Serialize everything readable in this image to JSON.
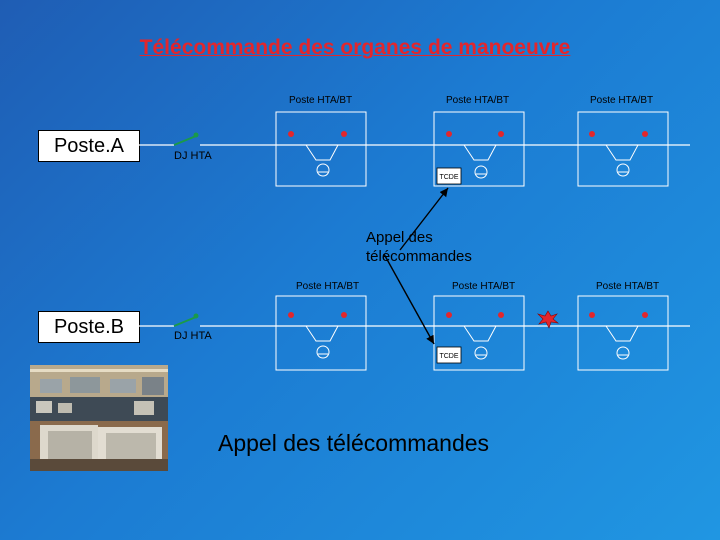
{
  "title": "Télécommande des organes de manoeuvre",
  "poste_a": {
    "name": "Poste.A",
    "switch_label": "DJ HTA",
    "substations": [
      "Poste HTA/BT",
      "Poste HTA/BT",
      "Poste HTA/BT"
    ],
    "tcde_label": "TCDE"
  },
  "poste_b": {
    "name": "Poste.B",
    "switch_label": "DJ HTA",
    "substations": [
      "Poste HTA/BT",
      "Poste HTA/BT",
      "Poste HTA/BT"
    ],
    "tcde_label": "TCDE"
  },
  "annotation_small": [
    "Appel des",
    "télécommandes"
  ],
  "annotation_large": "Appel des télécommandes",
  "colors": {
    "title": "#e3262c",
    "line": "#ffffff",
    "switch": "#1a9a4a",
    "breaker_dot": "#e3262c",
    "fault": "#e3262c"
  },
  "icons": {
    "fault_marker": "fault-spark-icon",
    "photo": "control-room-photo"
  }
}
